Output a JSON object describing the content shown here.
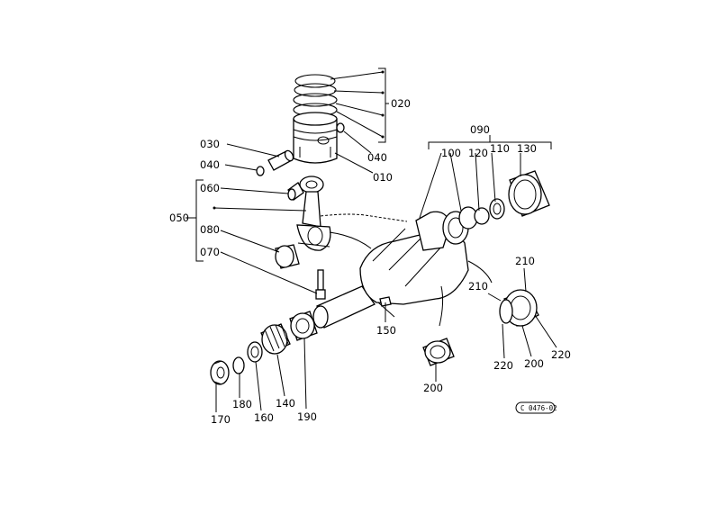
{
  "diagram": {
    "code": "C 0476-02",
    "labels": {
      "p010": "010",
      "p020": "020",
      "p030": "030",
      "p040a": "040",
      "p040b": "040",
      "p050": "050",
      "p060": "060",
      "p070": "070",
      "p080": "080",
      "p090": "090",
      "p100": "100",
      "p110": "110",
      "p120": "120",
      "p130": "130",
      "p140": "140",
      "p150": "150",
      "p160": "160",
      "p170": "170",
      "p180": "180",
      "p190": "190",
      "p200a": "200",
      "p200b": "200",
      "p210a": "210",
      "p210b": "210",
      "p220a": "220",
      "p220b": "220"
    }
  }
}
